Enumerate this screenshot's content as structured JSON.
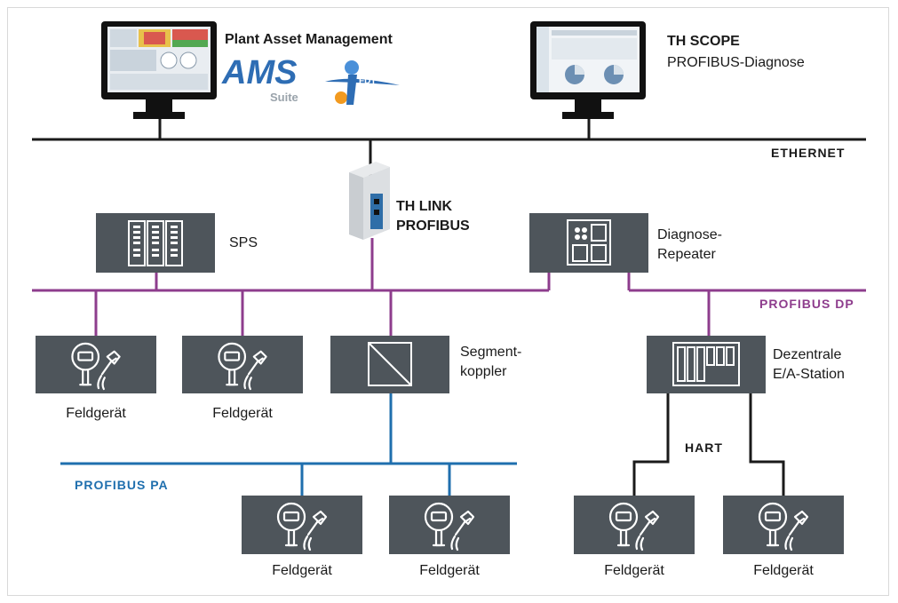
{
  "colors": {
    "device_box": "#4e555b",
    "ethernet": "#1a1a1a",
    "profibus_dp": "#8e3d8d",
    "profibus_pa": "#1f6fae",
    "hart": "#1a1a1a",
    "icon_stroke": "#ffffff"
  },
  "stations": {
    "ams": {
      "title": "Plant Asset Management",
      "logo_ams": "AMS",
      "logo_ams_sub": "Suite",
      "logo_fdt": "FDT",
      "icon": "monitor-icon"
    },
    "scope": {
      "title": "TH SCOPE",
      "subtitle": "PROFIBUS-Diagnose",
      "icon": "monitor-icon"
    }
  },
  "networks": {
    "ethernet": "ETHERNET",
    "profibus_dp": "PROFIBUS DP",
    "profibus_pa": "PROFIBUS PA",
    "hart": "HART"
  },
  "gateway": {
    "line1": "TH LINK",
    "line2": "PROFIBUS",
    "icon": "din-rail-gateway-icon"
  },
  "devices": {
    "sps": {
      "label": "SPS",
      "icon": "plc-icon"
    },
    "diag_repeater": {
      "line1": "Diagnose-",
      "line2": "Repeater",
      "icon": "repeater-icon"
    },
    "segmentkoppler": {
      "line1": "Segment-",
      "line2": "koppler",
      "icon": "coupler-icon"
    },
    "remote_io": {
      "line1": "Dezentrale",
      "line2": "E/A-Station",
      "icon": "io-rack-icon"
    },
    "field_devices": [
      {
        "label": "Feldgerät",
        "icon": "field-device-icon"
      },
      {
        "label": "Feldgerät",
        "icon": "field-device-icon"
      },
      {
        "label": "Feldgerät",
        "icon": "field-device-icon"
      },
      {
        "label": "Feldgerät",
        "icon": "field-device-icon"
      },
      {
        "label": "Feldgerät",
        "icon": "field-device-icon"
      },
      {
        "label": "Feldgerät",
        "icon": "field-device-icon"
      }
    ]
  }
}
